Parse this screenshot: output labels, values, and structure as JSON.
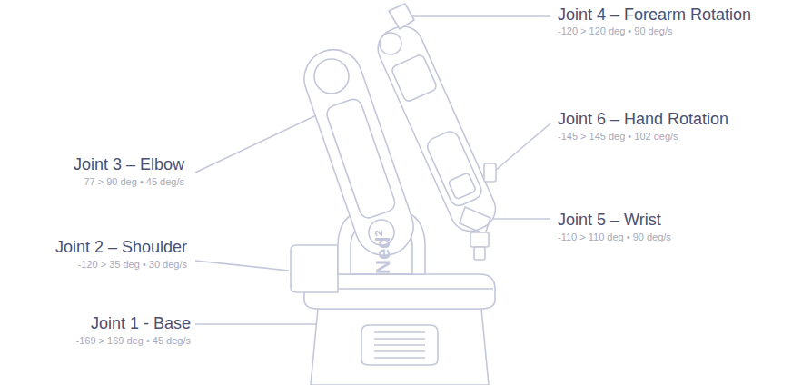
{
  "diagram": {
    "labels": [
      "Joint 4 – Forearm Rotation",
      "-120 > 120 deg • 90 deg/s",
      "Joint 6 – Hand Rotation",
      "-145 > 145 deg • 102 deg/s",
      "Joint 3 – Elbow",
      "-77 > 90 deg • 45 deg/s",
      "Joint 5 – Wrist",
      "-110 > 110 deg • 90 deg/s",
      "Joint 2 – Shoulder",
      "-120 > 35 deg • 30 deg/s",
      "Joint 1 - Base",
      "-169 > 169 deg • 45 deg/s",
      "Ned²"
    ]
  }
}
